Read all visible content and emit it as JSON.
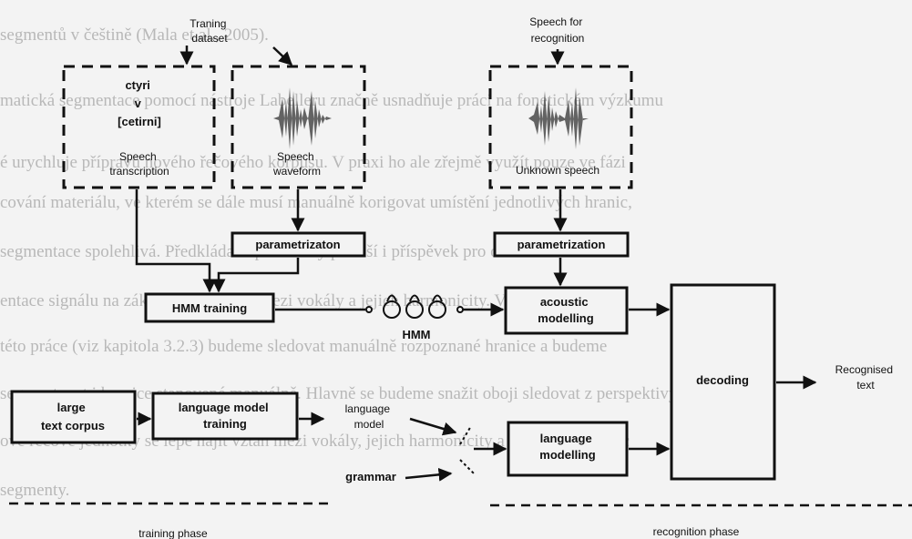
{
  "background_text": [
    "segmentů v češtině (Mala et al., 2005).",
    "matická segmentace pomocí nástroje Labelleru značně usnadňuje práci na fonetickém výzkumu",
    "é urychluje přípravu nového řečového korpusu. V praxi ho ale zřejmě využít pouze ve fázi",
    "cování materiálu, ve kterém se dále musí manuálně korigovat umístění jednotlivých hranic,",
    "segmentace spolehlivá. Předkládaná práce tedy přináší i příspěvek pro oblast automatické",
    "entace signálu na základě souvislosti mezi vokály a jejich harmonicity. V průběhu",
    "této práce (viz kapitola 3.2.3) budeme sledovat manuálně rozpoznané hranice a budeme",
    "segmentovat i hranice stanovené manuálně. Hlavně se budeme snažit oboji sledovat z perspektivy",
    "ové řečové jednotky se lépe najít vztah mezi vokály, jejich harmonicity a umístěním hranic",
    "segmenty."
  ],
  "nodes": {
    "training_dataset": "Traning\ndataset",
    "speech_for_recognition": "Speech for\nrecognition",
    "transcription_text": "ctyri\nv\n[cetirni]",
    "speech_transcription": "Speech\ntranscription",
    "speech_waveform": "Speech\nwaveform",
    "unknown_speech": "Unknown speech",
    "parametrization_train": "parametrizaton",
    "parametrization_recog": "parametrization",
    "hmm_training": "HMM training",
    "hmm": "HMM",
    "acoustic_modelling": "acoustic\nmodelling",
    "decoding": "decoding",
    "recognised_text": "Recognised\ntext",
    "large_text_corpus": "large\ntext corpus",
    "language_model_training": "language model\ntraining",
    "language_model": "language\nmodel",
    "grammar": "grammar",
    "language_modelling": "language\nmodelling",
    "training_phase": "training phase",
    "recognition_phase": "recognition phase"
  }
}
